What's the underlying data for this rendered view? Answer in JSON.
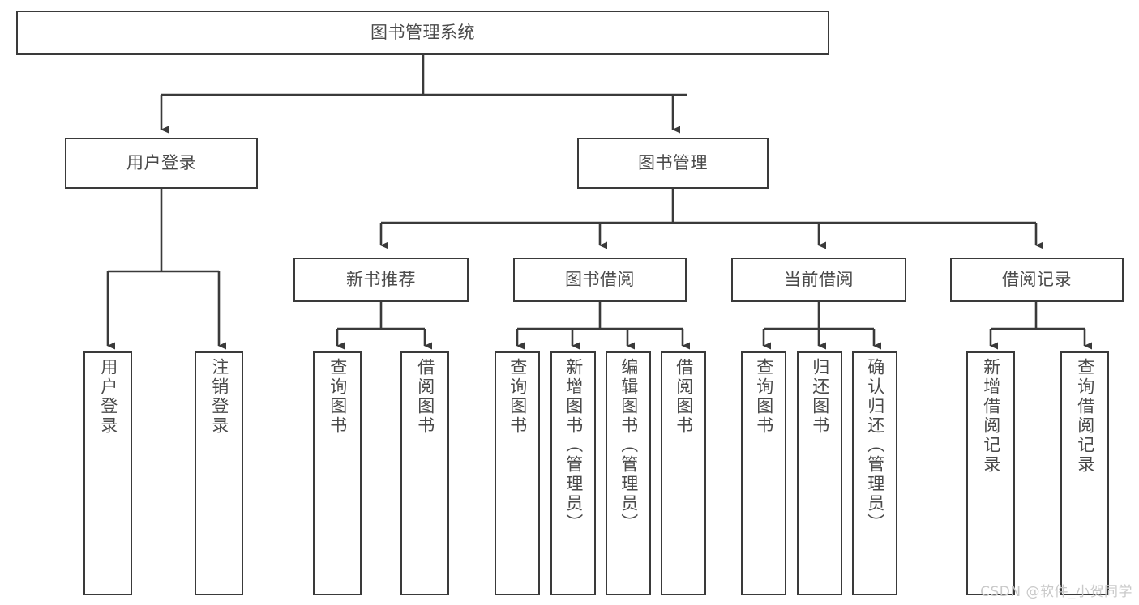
{
  "diagram": {
    "title": "图书管理系统",
    "type": "功能结构图",
    "colors": {
      "background": "#ffffff",
      "node_border": "#3a3a3a",
      "node_fill": "#ffffff",
      "label_text": "#4a4a4a",
      "edge": "#3a3a3a",
      "watermark": "#c9c9c9"
    },
    "root": {
      "label": "图书管理系统"
    },
    "level1": [
      {
        "label": "用户登录"
      },
      {
        "label": "图书管理"
      }
    ],
    "level2": [
      {
        "label": "新书推荐"
      },
      {
        "label": "图书借阅"
      },
      {
        "label": "当前借阅"
      },
      {
        "label": "借阅记录"
      }
    ],
    "leaves": {
      "user_login": [
        {
          "label": "用户登录"
        },
        {
          "label": "注销登录"
        }
      ],
      "new_book": [
        {
          "label": "查询图书"
        },
        {
          "label": "借阅图书"
        }
      ],
      "borrow_book": [
        {
          "label": "查询图书"
        },
        {
          "label": "新增图书（管理员）"
        },
        {
          "label": "编辑图书（管理员）"
        },
        {
          "label": "借阅图书"
        }
      ],
      "current_borrow": [
        {
          "label": "查询图书"
        },
        {
          "label": "归还图书"
        },
        {
          "label": "确认归还（管理员）"
        }
      ],
      "borrow_record": [
        {
          "label": "新增借阅记录"
        },
        {
          "label": "查询借阅记录"
        }
      ]
    },
    "watermark": "CSDN @软件_小贺同学"
  }
}
